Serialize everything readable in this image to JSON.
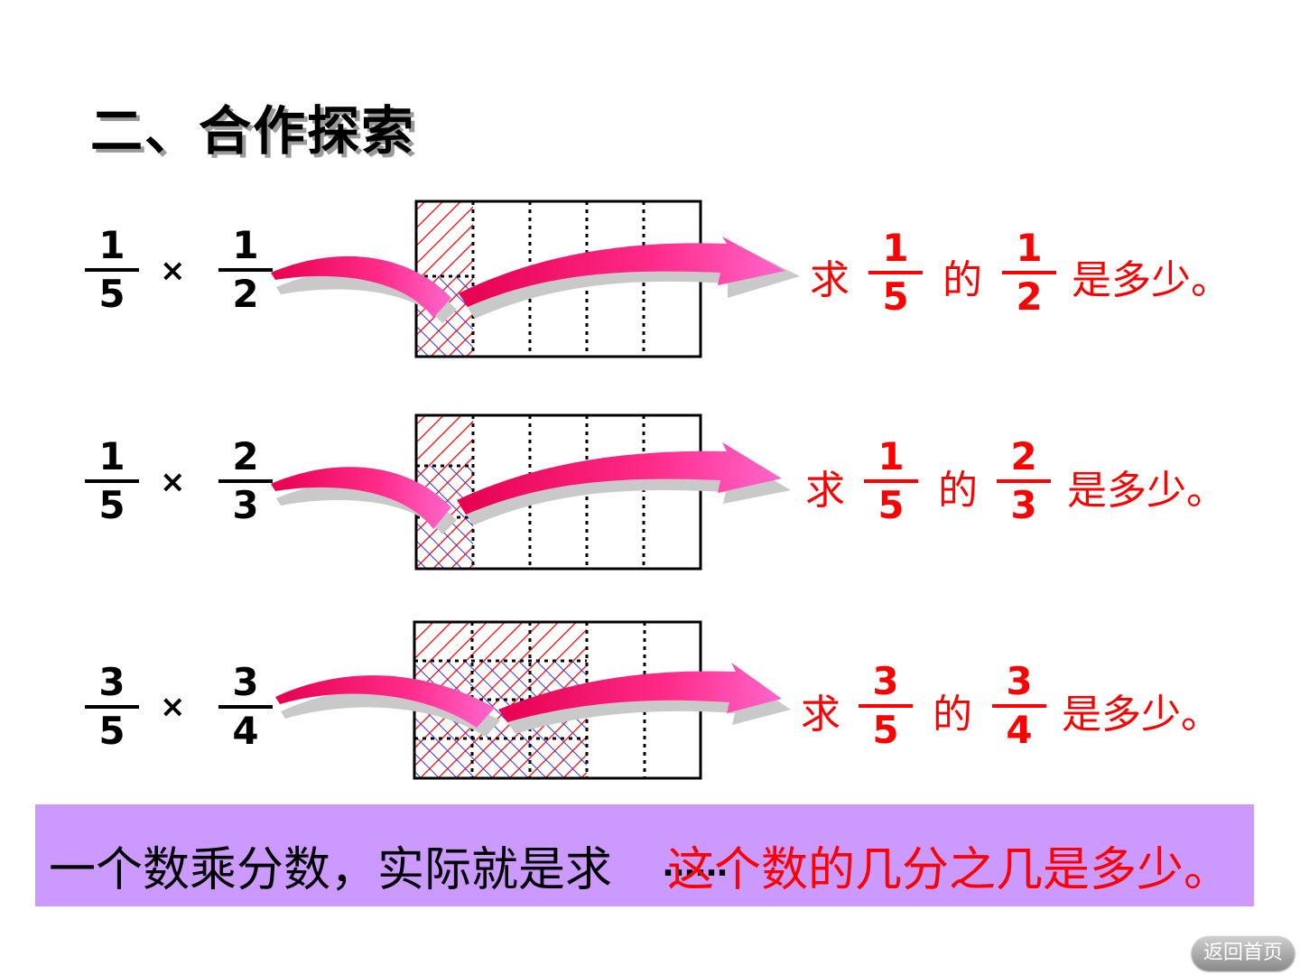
{
  "title": "二、合作探索",
  "rows": [
    {
      "expr": {
        "a_num": "1",
        "a_den": "5",
        "op": "×",
        "b_num": "1",
        "b_den": "2"
      },
      "question": {
        "prefix": "求",
        "a_num": "1",
        "a_den": "5",
        "mid": "的",
        "b_num": "1",
        "b_den": "2",
        "suffix": "是多少。"
      }
    },
    {
      "expr": {
        "a_num": "1",
        "a_den": "5",
        "op": "×",
        "b_num": "2",
        "b_den": "3"
      },
      "question": {
        "prefix": "求",
        "a_num": "1",
        "a_den": "5",
        "mid": "的",
        "b_num": "2",
        "b_den": "3",
        "suffix": "是多少。"
      }
    },
    {
      "expr": {
        "a_num": "3",
        "a_den": "5",
        "op": "×",
        "b_num": "3",
        "b_den": "4"
      },
      "question": {
        "prefix": "求",
        "a_num": "3",
        "a_den": "5",
        "mid": "的",
        "b_num": "3",
        "b_den": "4",
        "suffix": "是多少。"
      }
    }
  ],
  "summary": {
    "black_text": "一个数乘分数，实际就是求",
    "dots": "……",
    "red_text": "这个数的几分之几是多少。"
  },
  "home_button": "返回首页",
  "colors": {
    "red": "#ff0000",
    "hatch_red": "#ff0000",
    "hatch_blue": "#3333ff",
    "arrow": "#ff1f8f",
    "summary_bg": "#cc99ff"
  }
}
